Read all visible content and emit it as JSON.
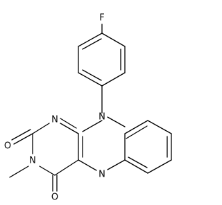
{
  "molecule": {
    "labels": {
      "fluorine": "F",
      "n10": "N",
      "n1": "N",
      "n3": "N",
      "n5": "N",
      "o2": "O",
      "o4": "O"
    },
    "colors": {
      "bond": "#000000",
      "text": "#000000",
      "background": "#ffffff"
    }
  }
}
